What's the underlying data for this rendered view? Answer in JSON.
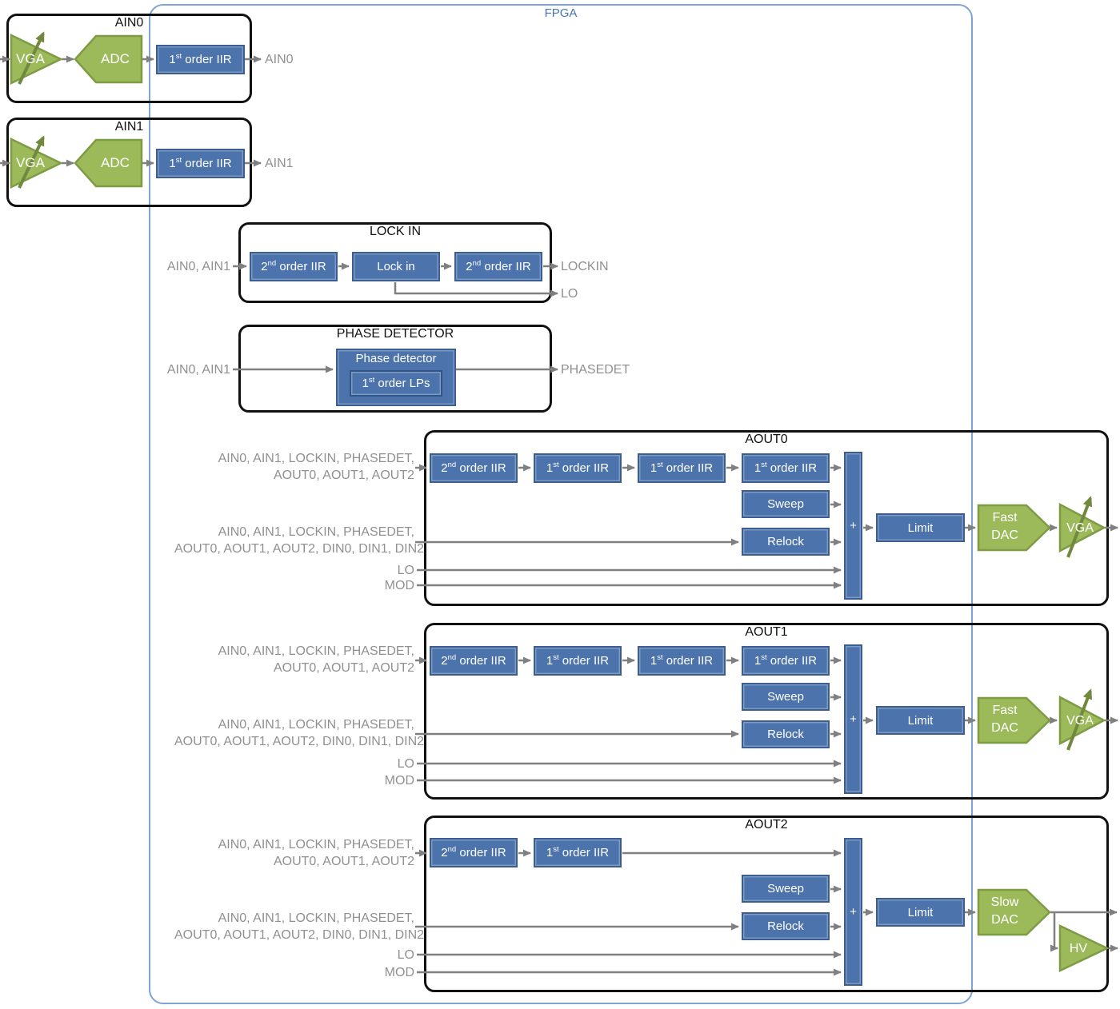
{
  "fpga": {
    "label": "FPGA"
  },
  "colors": {
    "block_fill": "#4c73ab",
    "block_border": "#3a5e91",
    "green_fill": "#9cba59",
    "green_border": "#7e9b45",
    "green_arrow": "#71893f",
    "connector_gray": "#808080",
    "gray_label": "#909090",
    "fpga_border": "#7ea4d3",
    "fpga_label_blue": "#4775b8",
    "group_border": "#111111"
  },
  "sup": {
    "iir1": {
      "b": "1",
      "s": "st",
      "r": " order IIR"
    },
    "iir2": {
      "b": "2",
      "s": "nd",
      "r": " order IIR"
    },
    "lps": {
      "b": "1",
      "s": "st",
      "r": " order LPs"
    }
  },
  "ain0": {
    "title": "AIN0",
    "vga": "VGA",
    "adc": "ADC",
    "output": "AIN0"
  },
  "ain1": {
    "title": "AIN1",
    "vga": "VGA",
    "adc": "ADC",
    "output": "AIN1"
  },
  "lockin": {
    "title": "LOCK IN",
    "input": "AIN0, AIN1",
    "lock_block": "Lock in",
    "out_lockin": "LOCKIN",
    "out_lo": "LO"
  },
  "phasedet": {
    "title": "PHASE DETECTOR",
    "input": "AIN0, AIN1",
    "block_title": "Phase detector",
    "output": "PHASEDET"
  },
  "aout0": {
    "title": "AOUT0",
    "in1_l1": "AIN0, AIN1, LOCKIN, PHASEDET,",
    "in1_l2": "AOUT0, AOUT1, AOUT2",
    "in2_l1": "AIN0, AIN1, LOCKIN, PHASEDET,",
    "in2_l2": "AOUT0, AOUT1, AOUT2, DIN0, DIN1, DIN2",
    "in_lo": "LO",
    "in_mod": "MOD",
    "sweep": "Sweep",
    "relock": "Relock",
    "sum": "+",
    "limit": "Limit",
    "dac_l1": "Fast",
    "dac_l2": "DAC",
    "vga": "VGA"
  },
  "aout1": {
    "title": "AOUT1",
    "in1_l1": "AIN0, AIN1, LOCKIN, PHASEDET,",
    "in1_l2": "AOUT0, AOUT1, AOUT2",
    "in2_l1": "AIN0, AIN1, LOCKIN, PHASEDET,",
    "in2_l2": "AOUT0, AOUT1, AOUT2, DIN0, DIN1, DIN2",
    "in_lo": "LO",
    "in_mod": "MOD",
    "sweep": "Sweep",
    "relock": "Relock",
    "sum": "+",
    "limit": "Limit",
    "dac_l1": "Fast",
    "dac_l2": "DAC",
    "vga": "VGA"
  },
  "aout2": {
    "title": "AOUT2",
    "in1_l1": "AIN0, AIN1, LOCKIN, PHASEDET,",
    "in1_l2": "AOUT0, AOUT1, AOUT2",
    "in2_l1": "AIN0, AIN1, LOCKIN, PHASEDET,",
    "in2_l2": "AOUT0, AOUT1, AOUT2, DIN0, DIN1, DIN2",
    "in_lo": "LO",
    "in_mod": "MOD",
    "sweep": "Sweep",
    "relock": "Relock",
    "sum": "+",
    "limit": "Limit",
    "dac_l1": "Slow",
    "dac_l2": "DAC",
    "hv": "HV"
  }
}
